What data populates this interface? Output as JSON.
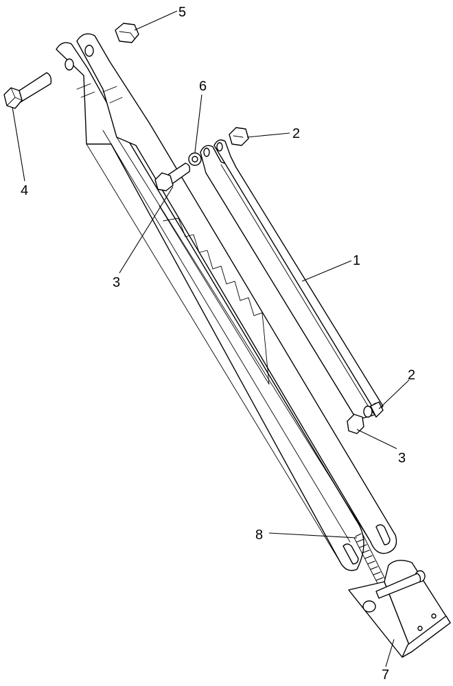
{
  "callouts": [
    {
      "id": "callout-5a",
      "text": "5"
    },
    {
      "id": "callout-6",
      "text": "6"
    },
    {
      "id": "callout-2a",
      "text": "2"
    },
    {
      "id": "callout-4",
      "text": "4"
    },
    {
      "id": "callout-1",
      "text": "1"
    },
    {
      "id": "callout-3a",
      "text": "3"
    },
    {
      "id": "callout-2b",
      "text": "2"
    },
    {
      "id": "callout-3b",
      "text": "3"
    },
    {
      "id": "callout-8",
      "text": "8"
    },
    {
      "id": "callout-7",
      "text": "7"
    }
  ]
}
